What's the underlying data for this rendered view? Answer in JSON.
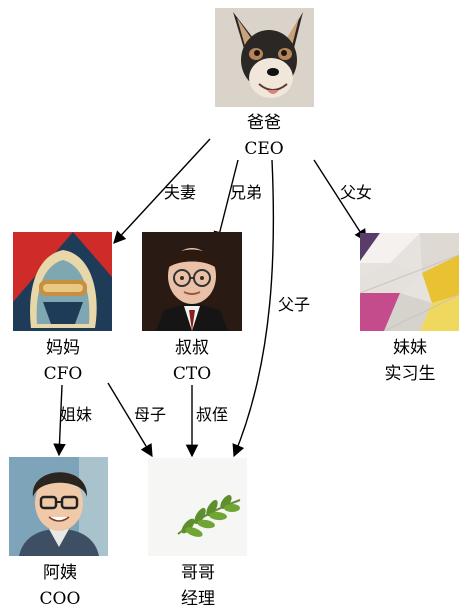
{
  "nodes": {
    "ceo": {
      "name": "爸爸",
      "title": "CEO",
      "image": "dog-photo"
    },
    "cfo": {
      "name": "妈妈",
      "title": "CFO",
      "image": "helmet-poster"
    },
    "cto": {
      "name": "叔叔",
      "title": "CTO",
      "image": "boy-with-glasses-portrait"
    },
    "intern": {
      "name": "妹妹",
      "title": "实习生",
      "image": "colored-panels-photo"
    },
    "coo": {
      "name": "阿姨",
      "title": "COO",
      "image": "cartoon-man-with-glasses"
    },
    "manager": {
      "name": "哥哥",
      "title": "经理",
      "image": "green-leaf-photo"
    }
  },
  "edges": [
    {
      "from": "ceo",
      "to": "cfo",
      "label": "夫妻"
    },
    {
      "from": "ceo",
      "to": "cto",
      "label": "兄弟"
    },
    {
      "from": "ceo",
      "to": "manager",
      "label": "父子"
    },
    {
      "from": "ceo",
      "to": "intern",
      "label": "父女"
    },
    {
      "from": "cfo",
      "to": "coo",
      "label": "姐妹"
    },
    {
      "from": "cfo",
      "to": "manager",
      "label": "母子"
    },
    {
      "from": "cto",
      "to": "manager",
      "label": "叔侄"
    }
  ]
}
